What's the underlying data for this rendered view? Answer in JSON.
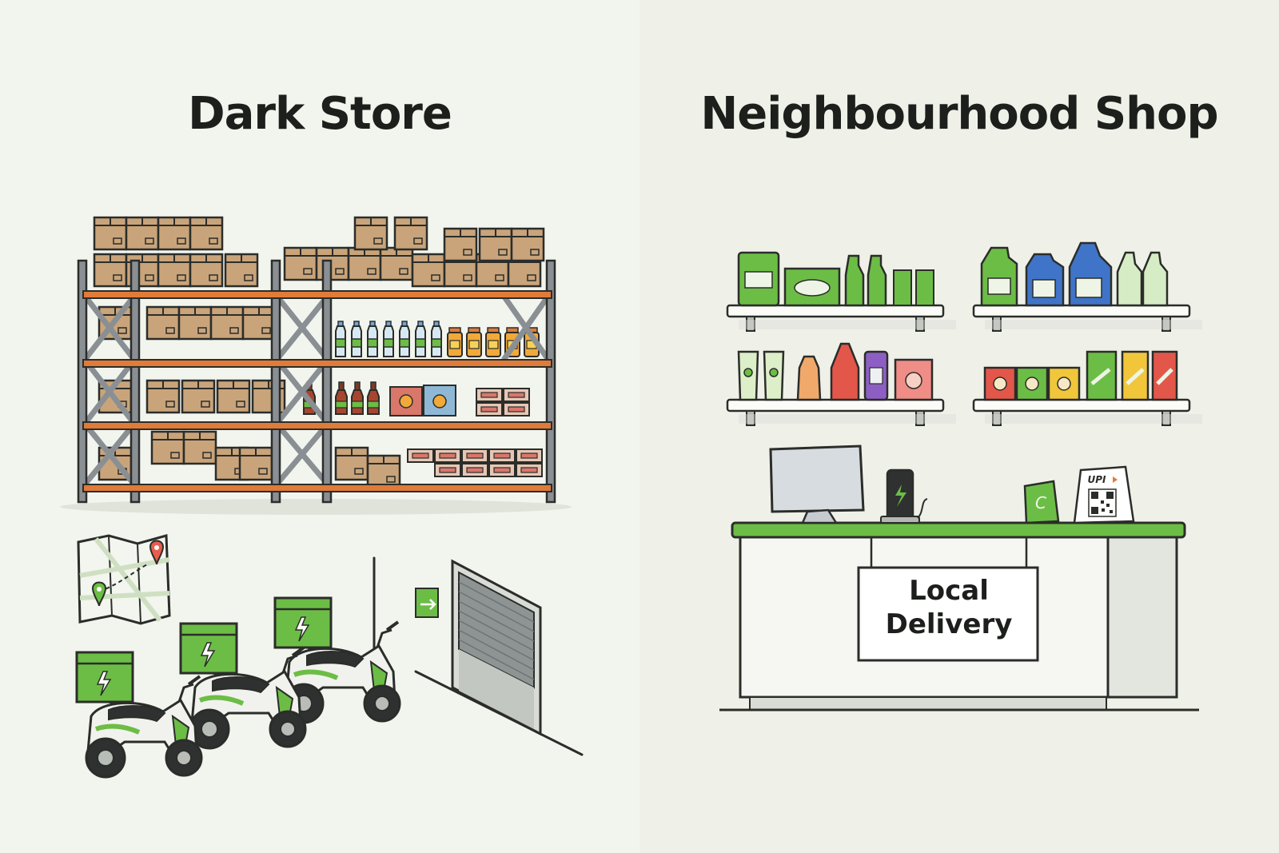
{
  "left_panel": {
    "title": "Dark Store"
  },
  "right_panel": {
    "title": "Neighbourhood Shop",
    "counter_sign": {
      "line1": "Local",
      "line2": "Delivery"
    },
    "payment_stand": {
      "label": "UPI"
    }
  },
  "colors": {
    "left_bg": "#f2f5ee",
    "right_bg": "#eff1e9",
    "accent_green": "#6cbd45",
    "shelf_orange": "#e07b39",
    "box_brown": "#c9a47a",
    "rack_grey": "#8a8f94"
  },
  "icons": [
    "map-icon",
    "location-pin-icon",
    "exit-sign-icon",
    "bolt-icon",
    "monitor-icon",
    "phone-charger-icon",
    "qr-code-icon"
  ]
}
